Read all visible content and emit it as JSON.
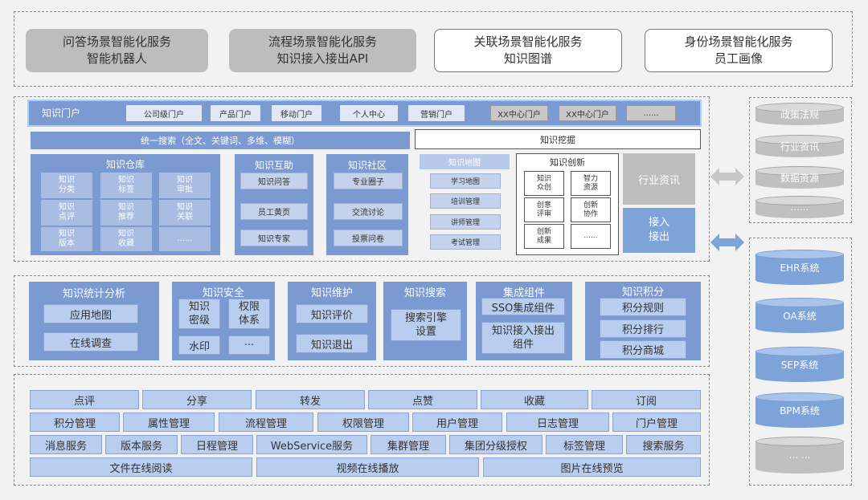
{
  "scenes": [
    {
      "l1": "问答场景智能化服务",
      "l2": "智能机器人"
    },
    {
      "l1": "流程场景智能化服务",
      "l2": "知识接入接出API"
    },
    {
      "l1": "关联场景智能化服务",
      "l2": "知识图谱"
    },
    {
      "l1": "身份场景智能化服务",
      "l2": "员工画像"
    }
  ],
  "portal": {
    "title": "知识门户",
    "tabs": [
      "公司级门户",
      "产品门户",
      "移动门户",
      "个人中心",
      "营销门户",
      "XX中心门户",
      "XX中心门户",
      "......"
    ]
  },
  "search_bar": "统一搜索（全文、关键词、多维、模糊）",
  "mining": "知识挖掘",
  "repo": {
    "title": "知识仓库",
    "cells": [
      [
        "知识",
        "分类"
      ],
      [
        "知识",
        "标签"
      ],
      [
        "知识",
        "审批"
      ],
      [
        "知识",
        "点评"
      ],
      [
        "知识",
        "推荐"
      ],
      [
        "知识",
        "关联"
      ],
      [
        "知识",
        "版本"
      ],
      [
        "知识",
        "收藏"
      ],
      [
        "......",
        ""
      ]
    ]
  },
  "mutual": {
    "title": "知识互助",
    "items": [
      "知识问答",
      "员工黄页",
      "知识专家"
    ]
  },
  "community": {
    "title": "知识社区",
    "items": [
      "专业圈子",
      "交流讨论",
      "投票问卷"
    ]
  },
  "map": {
    "title": "知识地图",
    "items": [
      "学习地图",
      "培训管理",
      "讲师管理",
      "考试管理"
    ]
  },
  "innovation": {
    "title": "知识创新",
    "cells": [
      [
        "知识",
        "众创"
      ],
      [
        "智力",
        "资源"
      ],
      [
        "创意",
        "评审"
      ],
      [
        "创新",
        "协作"
      ],
      [
        "创新",
        "成果"
      ],
      [
        "......",
        ""
      ]
    ]
  },
  "industry": "行业资讯",
  "access": [
    "接入",
    "接出"
  ],
  "mid": {
    "stats": {
      "title": "知识统计分析",
      "items": [
        "应用地图",
        "在线调查"
      ]
    },
    "security": {
      "title": "知识安全",
      "items": [
        [
          "知识",
          "密级"
        ],
        [
          "权限",
          "体系"
        ],
        [
          "水印",
          ""
        ],
        [
          "···",
          ""
        ]
      ]
    },
    "maintain": {
      "title": "知识维护",
      "items": [
        "知识评价",
        "知识退出"
      ]
    },
    "search": {
      "title": "知识搜索",
      "items": [
        "搜索引擎",
        "设置"
      ]
    },
    "integration": {
      "title": "集成组件",
      "items": [
        "SSO集成组件",
        "知识接入接出",
        "组件"
      ]
    },
    "points": {
      "title": "知识积分",
      "items": [
        "积分规则",
        "积分排行",
        "积分商城"
      ]
    }
  },
  "base_rows": [
    [
      "点评",
      "分享",
      "转发",
      "点赞",
      "收藏",
      "订阅"
    ],
    [
      "积分管理",
      "属性管理",
      "流程管理",
      "权限管理",
      "用户管理",
      "日志管理",
      "门户管理"
    ],
    [
      "消息服务",
      "版本服务",
      "日程管理",
      "WebService服务",
      "集群管理",
      "集团分级授权",
      "标签管理",
      "搜索服务"
    ],
    [
      "文件在线阅读",
      "视频在线播放",
      "图片在线预览"
    ]
  ],
  "right_top": [
    "政策法规",
    "行业资讯",
    "数据资源",
    "......"
  ],
  "right_bottom": [
    "EHR系统",
    "OA系统",
    "SEP系统",
    "BPM系统",
    "... ..."
  ],
  "colors": {
    "blue": "#7c9ad2",
    "light_blue": "#c9d6ef",
    "gray": "#bdbdbd"
  }
}
